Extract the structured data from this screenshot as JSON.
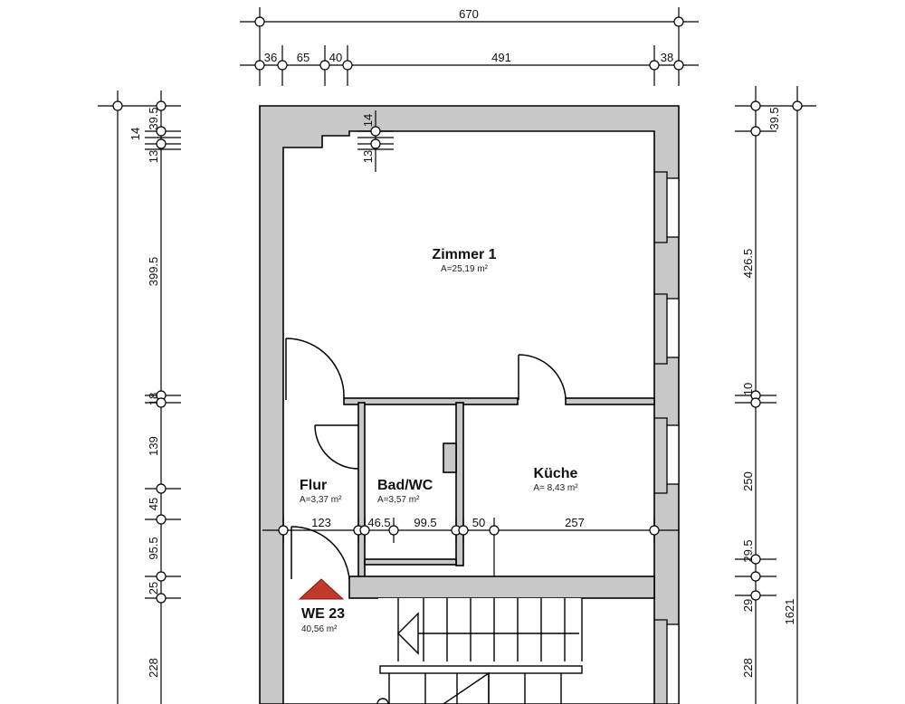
{
  "plan": {
    "unit": {
      "label": "WE 23",
      "area": "40,56 m²"
    },
    "rooms": [
      {
        "name": "Zimmer 1",
        "area": "A=25,19 m²"
      },
      {
        "name": "Flur",
        "area": "A=3,37 m²"
      },
      {
        "name": "Bad/WC",
        "area": "A=3,57 m²"
      },
      {
        "name": "Küche",
        "area": "A= 8,43 m²"
      }
    ],
    "dims_top": {
      "overall": "670",
      "segments": [
        "36",
        "65",
        "40",
        "491",
        "38"
      ]
    },
    "dims_left": {
      "segments": [
        "39.5",
        "14",
        "13",
        "399.5",
        "18",
        "139",
        "45",
        "95.5",
        "25",
        "228"
      ]
    },
    "dims_right": {
      "segments": [
        "39.5",
        "426.5",
        "10",
        "250",
        "29.5",
        "29",
        "228"
      ],
      "overall": "1621"
    },
    "dims_inner": {
      "segments": [
        "123",
        "46.5",
        "99.5",
        "50",
        "257"
      ]
    },
    "dims_pillar": {
      "segments": [
        "14",
        "13"
      ]
    }
  }
}
